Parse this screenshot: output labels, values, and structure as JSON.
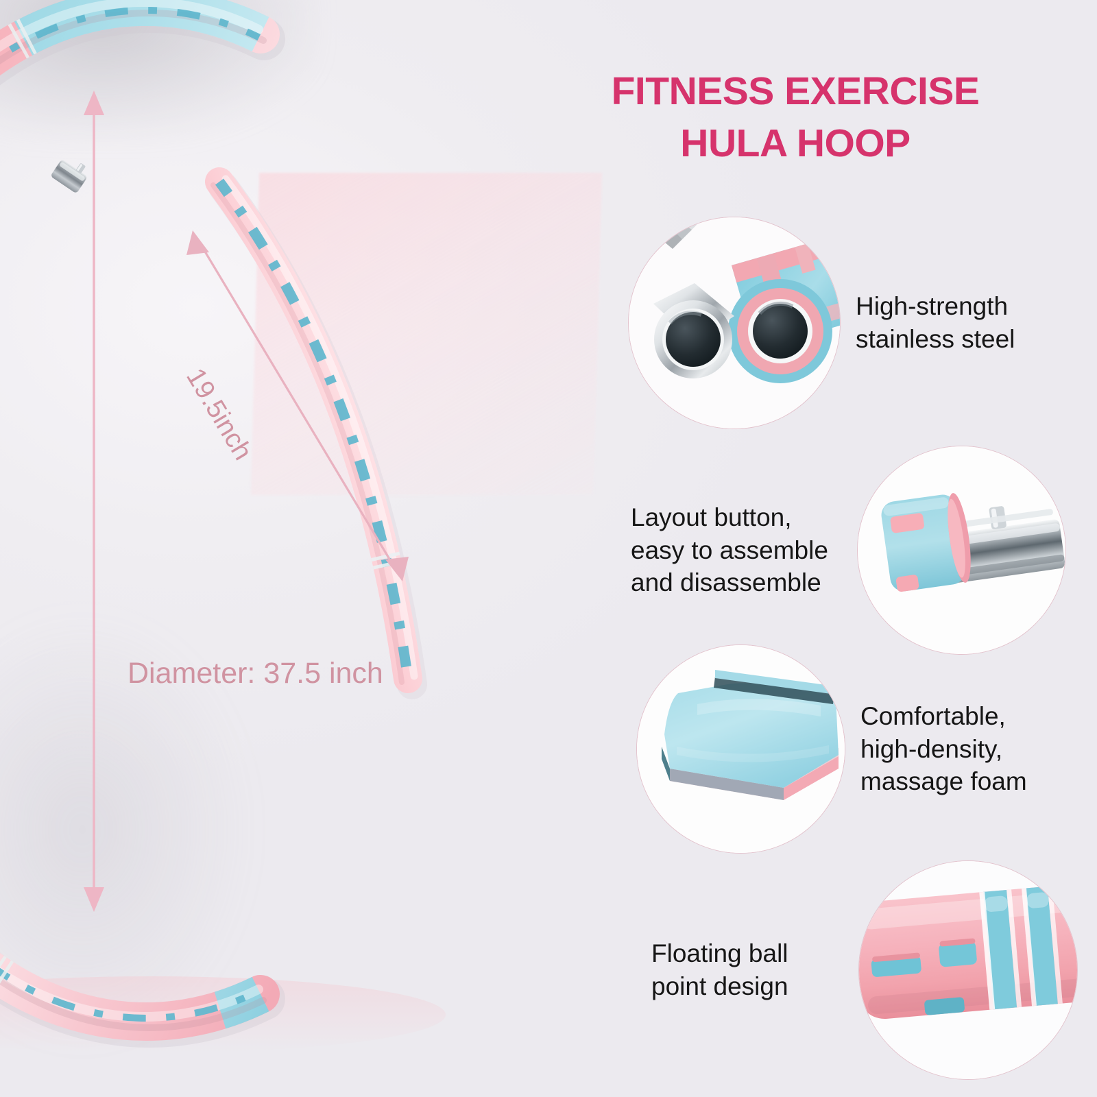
{
  "page": {
    "background_color": "#f1eff3",
    "product": "Fitness Exercise Hula Hoop"
  },
  "headline": {
    "line1": "FITNESS EXERCISE",
    "line2": "HULA HOOP",
    "color": "#d6336c"
  },
  "dimensions": {
    "diameter_label": "Diameter: 37.5 inch",
    "segment_label": "19.5inch",
    "label_color": "#d093a1",
    "arrow_color": "#edb9c6"
  },
  "features": [
    {
      "id": "stainless-steel",
      "text": "High-strength\nstainless steel",
      "photo": "tube-cross-section",
      "photo_alt": "Two hoop tube cross sections showing chrome stainless steel core and pink-blue foam jacket"
    },
    {
      "id": "layout-button",
      "text": "Layout button,\neasy to assemble\nand disassemble",
      "photo": "connector-button",
      "photo_alt": "Blue foam segment pulled off the chrome tube exposing the spring snap button"
    },
    {
      "id": "massage-foam",
      "text": "Comfortable,\nhigh-density,\nmassage foam",
      "photo": "foam-pad",
      "photo_alt": "Close up of blue high-density massage foam pad with pink base layer"
    },
    {
      "id": "floating-ball",
      "text": "Floating ball\npoint design",
      "photo": "ball-point-segment",
      "photo_alt": "Pink foam hoop segment with blue floating ball point slots and rings"
    }
  ],
  "product_colors": {
    "foam_pink": "#f6bdc3",
    "foam_pink_light": "#fbd8dd",
    "foam_blue": "#a9dbe6",
    "foam_blue_light": "#c6e9f1",
    "steel": "#b9bec4",
    "slot_blue": "#62b8cf",
    "slot_pink": "#f2a6ad"
  }
}
